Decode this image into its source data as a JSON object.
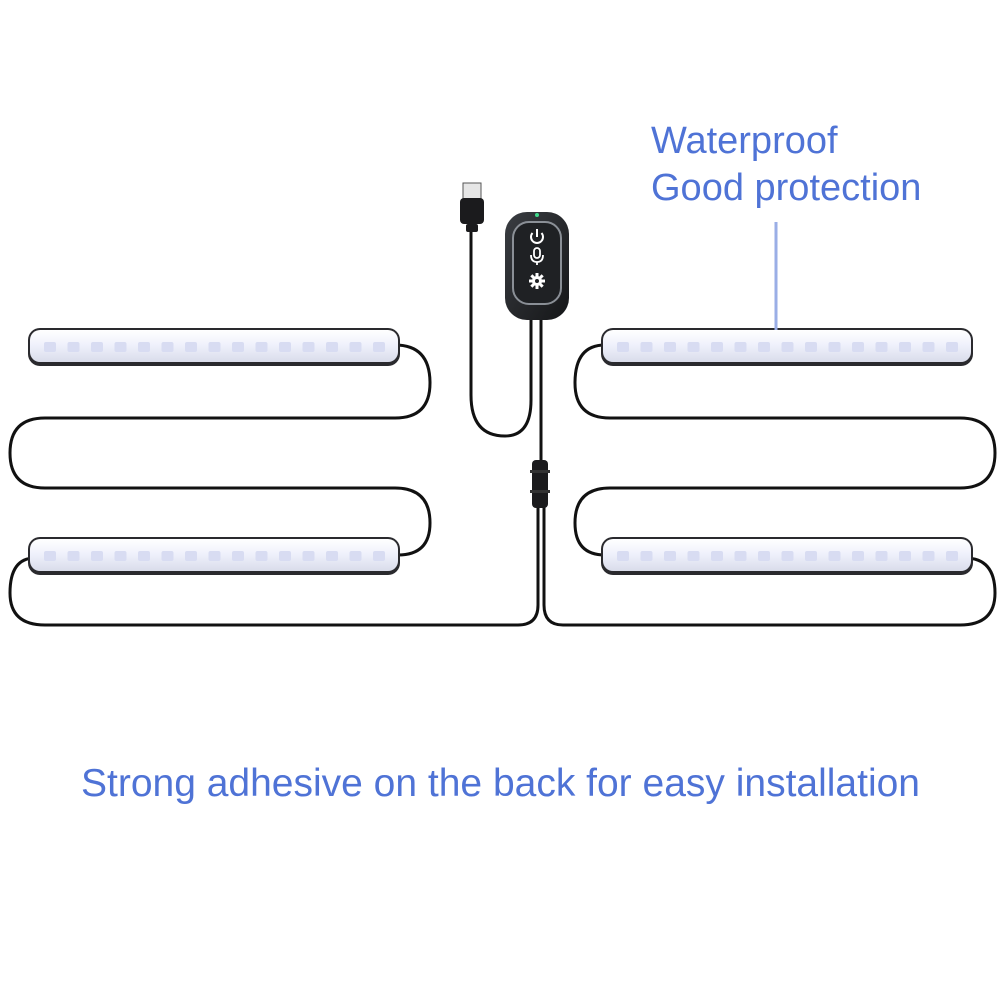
{
  "callout": {
    "line1": "Waterproof",
    "line2": "Good protection"
  },
  "caption": "Strong adhesive on the back for easy installation",
  "colors": {
    "text": "#4f73d6",
    "callout_line": "#9aaee6",
    "cable": "#111111",
    "strip_glow": "#eef0fb",
    "led": "#d8dcf2",
    "controller_body": "#1f2124",
    "controller_ring": "#8a8f96",
    "controller_led": "#3fd98a"
  },
  "icons": [
    "usb-plug-icon",
    "power-icon",
    "microphone-icon",
    "gear-icon"
  ]
}
